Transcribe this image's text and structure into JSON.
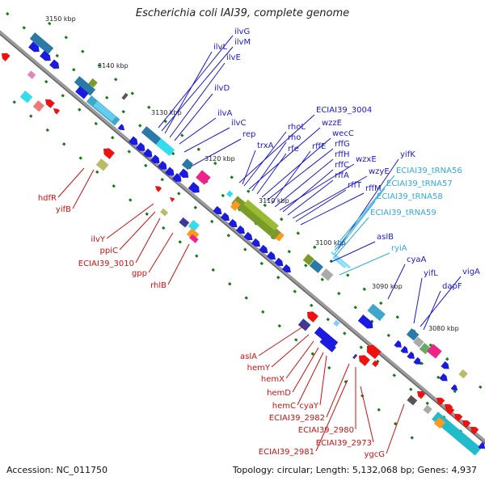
{
  "title": "Escherichia coli IAI39, complete genome",
  "footer": {
    "accession": "Accession: NC_011750",
    "topology": "Topology: circular;",
    "length": "Length: 5,132,068 bp;",
    "genes": "Genes: 4,937"
  },
  "colors": {
    "backbone": "#8c8c8c",
    "tick": "#1a7a1a",
    "top_strand_label": "#1a1acc",
    "trna_label": "#33aadd",
    "bottom_strand_label": "#cc1111"
  },
  "scale_labels": [
    "3150 kbp",
    "3140 kbp",
    "3130 kbp",
    "3120 kbp",
    "3110 kbp",
    "3100 kbp",
    "3090 kbp",
    "3080 kbp"
  ],
  "top_strand_genes": [
    "ilvG",
    "ilvM",
    "ilvL",
    "ilvE",
    "ilvD",
    "ilvA",
    "ilvC",
    "rep",
    "ECIAI39_3004",
    "rhoL",
    "wzzE",
    "rho",
    "trxA",
    "rfe",
    "wecC",
    "rffG",
    "rffE",
    "rffH",
    "wzxE",
    "rffC",
    "rffA",
    "wzyE",
    "rffT",
    "rffM",
    "yifK",
    "aslB",
    "cyaA",
    "yifL",
    "vigA",
    "dapF"
  ],
  "trna_genes": [
    "ECIAI39_tRNA56",
    "ECIAI39_tRNA57",
    "ECIAI39_tRNA58",
    "ECIAI39_tRNA59",
    "ryiA"
  ],
  "bottom_strand_genes": [
    "hdfR",
    "yifB",
    "ilvY",
    "ppiC",
    "ECIAI39_3010",
    "gpp",
    "rhlB",
    "aslA",
    "hemY",
    "hemX",
    "hemD",
    "hemC",
    "cyaY",
    "ECIAI39_2982",
    "ECIAI39_2980",
    "ECIAI39_2973",
    "ECIAI39_2981",
    "ygcG"
  ]
}
